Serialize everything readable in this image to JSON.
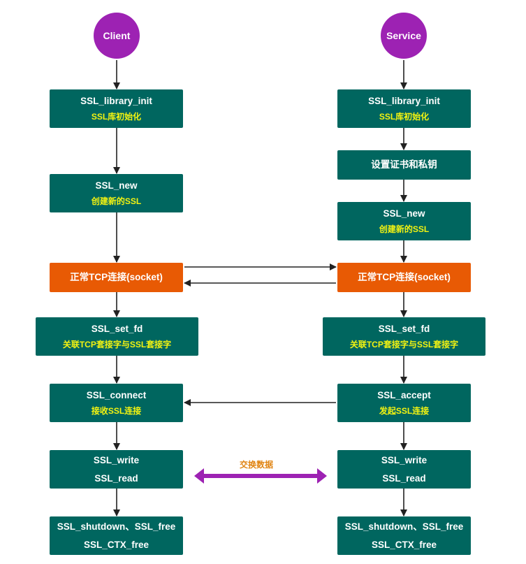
{
  "client": {
    "title": "Client",
    "steps": {
      "init": {
        "line1": "SSL_library_init",
        "line2": "SSL库初始化"
      },
      "new": {
        "line1": "SSL_new",
        "line2": "创建新的SSL"
      },
      "tcp": {
        "line1": "正常TCP连接(socket)"
      },
      "set_fd": {
        "line1": "SSL_set_fd",
        "line2": "关联TCP套接字与SSL套接字"
      },
      "connect": {
        "line1": "SSL_connect",
        "line2": "接收SSL连接"
      },
      "rw": {
        "line1": "SSL_write",
        "line2": "SSL_read"
      },
      "shutdown": {
        "line1": "SSL_shutdown、SSL_free",
        "line2": "SSL_CTX_free"
      }
    }
  },
  "service": {
    "title": "Service",
    "steps": {
      "init": {
        "line1": "SSL_library_init",
        "line2": "SSL库初始化"
      },
      "cert": {
        "line1": "设置证书和私钥"
      },
      "new": {
        "line1": "SSL_new",
        "line2": "创建新的SSL"
      },
      "tcp": {
        "line1": "正常TCP连接(socket)"
      },
      "set_fd": {
        "line1": "SSL_set_fd",
        "line2": "关联TCP套接字与SSL套接字"
      },
      "accept": {
        "line1": "SSL_accept",
        "line2": "发起SSL连接"
      },
      "rw": {
        "line1": "SSL_write",
        "line2": "SSL_read"
      },
      "shutdown": {
        "line1": "SSL_shutdown、SSL_free",
        "line2": "SSL_CTX_free"
      }
    }
  },
  "exchange": {
    "label": "交换数据"
  },
  "colors": {
    "node_fill": "#00665f",
    "tcp_fill": "#e85a04",
    "start_circle": "#9d22b3",
    "subtitle_text": "#f3f311",
    "exchange_arrow": "#9d22b3",
    "exchange_label": "#e08412",
    "connector": "#222222"
  }
}
